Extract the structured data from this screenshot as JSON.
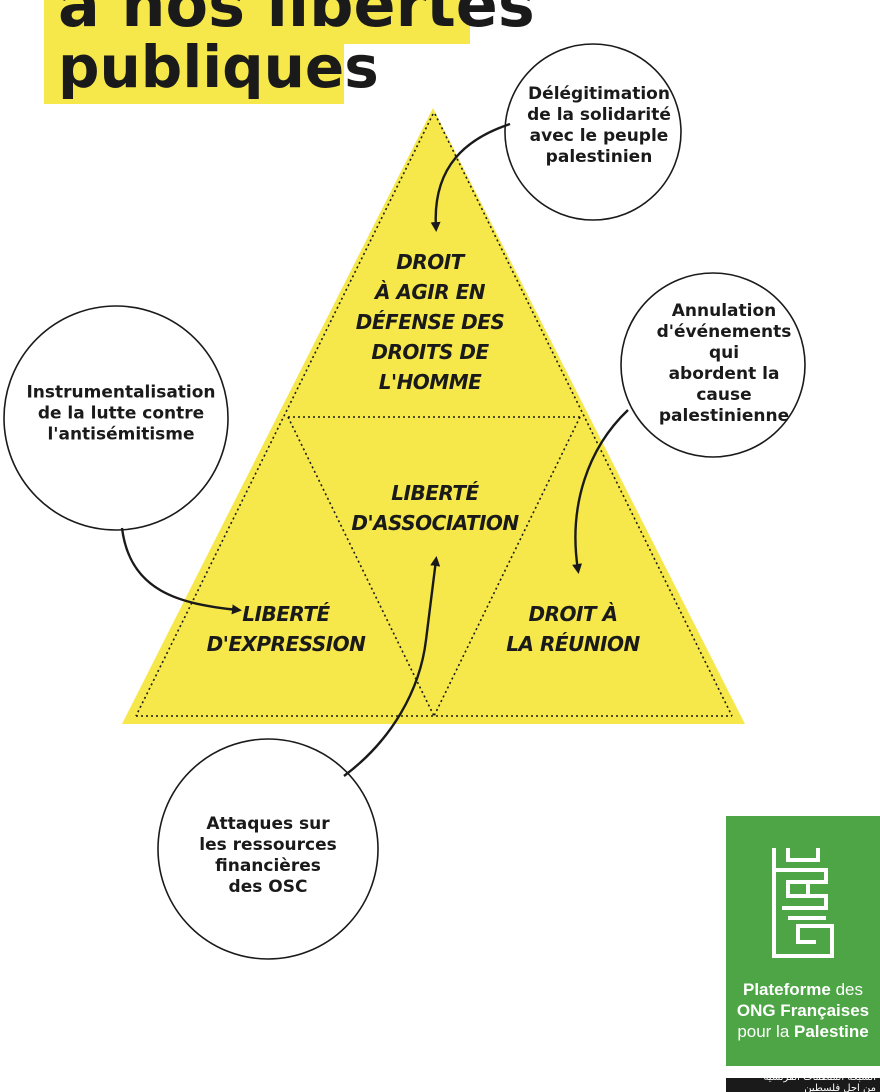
{
  "title": {
    "line1": "à nos libertés",
    "line2": "publiques"
  },
  "triangle": {
    "top": "DROIT\nÀ AGIR EN\nDÉFENSE DES\nDROITS DE\nL'HOMME",
    "center": "LIBERTÉ\nD'ASSOCIATION",
    "left": "LIBERTÉ\nD'EXPRESSION",
    "right": "DROIT À\nLA RÉUNION"
  },
  "circles": {
    "top_right": "Délégitimation\nde la solidarité\navec le peuple\npalestinien",
    "left": "Instrumentalisation\nde la lutte contre\nl'antisémitisme",
    "right": "Annulation\nd'événements qui\nabordent la cause\npalestinienne",
    "bottom": "Attaques sur\nles ressources\nfinancières\ndes OSC"
  },
  "logo": {
    "line1_bold": "Plateforme",
    "line1_rest": " des",
    "line2": "ONG  Françaises",
    "line3_rest": "pour la ",
    "line3_bold": "Palestine",
    "arabic": "الشبكة المنظمات الفرنسية\nمن اجل فلسطين"
  },
  "colors": {
    "yellow": "#f6e84a",
    "dark": "#1a1a1a",
    "logo_green": "#4ea545"
  }
}
